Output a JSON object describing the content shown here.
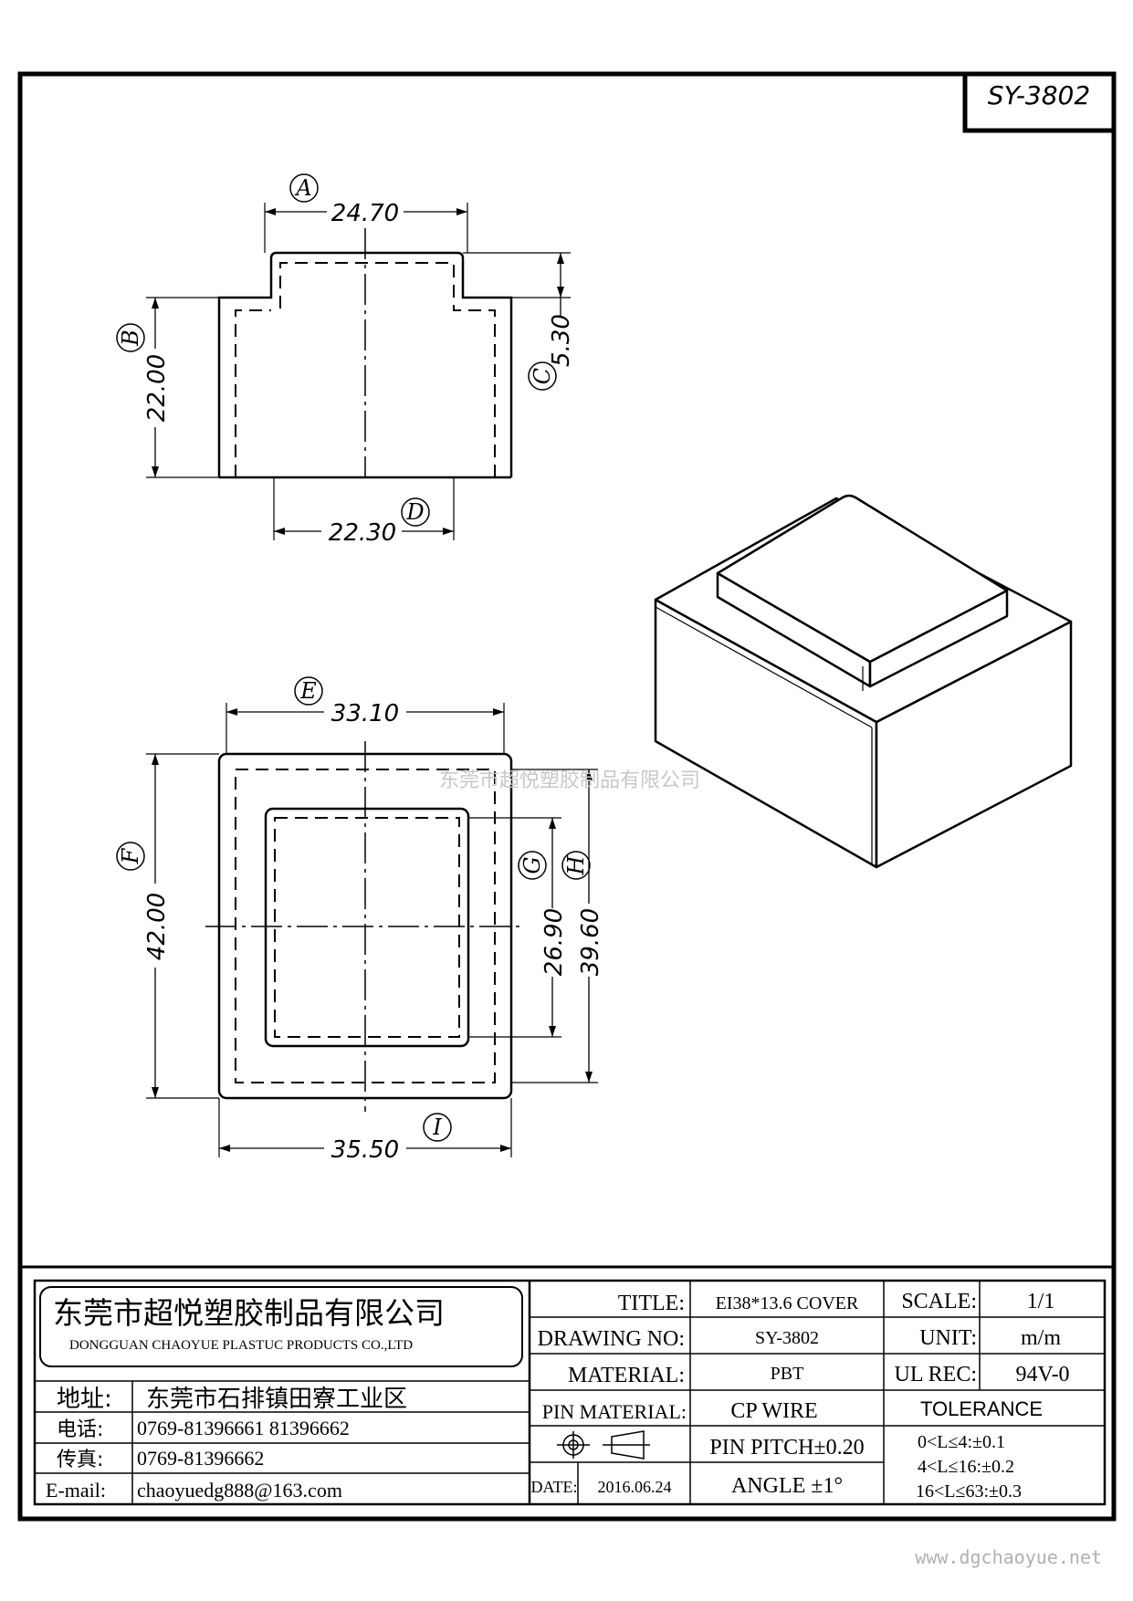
{
  "drawing_no_box": "SY-3802",
  "dimensions": {
    "a": {
      "letter": "A",
      "value": "24.70"
    },
    "b": {
      "letter": "B",
      "value": "22.00"
    },
    "c": {
      "letter": "C",
      "value": "5.30"
    },
    "d": {
      "letter": "D",
      "value": "22.30"
    },
    "e": {
      "letter": "E",
      "value": "33.10"
    },
    "f": {
      "letter": "F",
      "value": "42.00"
    },
    "g": {
      "letter": "G",
      "value": "26.90"
    },
    "h": {
      "letter": "H",
      "value": "39.60"
    },
    "i": {
      "letter": "I",
      "value": "35.50"
    }
  },
  "watermark": "东莞市超悦塑胶制品有限公司",
  "title_block": {
    "company_cn": "东莞市超悦塑胶制品有限公司",
    "company_en": "DONGGUAN CHAOYUE PLASTUC PRODUCTS CO.,LTD",
    "address_label": "地址:",
    "address_value": "东莞市石排镇田寮工业区",
    "phone_label": "电话:",
    "phone_value": "0769-81396661   81396662",
    "fax_label": "传真:",
    "fax_value": "0769-81396662",
    "email_label": "E-mail:",
    "email_value": "chaoyuedg888@163.com",
    "title_label": "TITLE:",
    "title_value": "EI38*13.6 COVER",
    "drawing_no_label": "DRAWING NO:",
    "drawing_no_value": "SY-3802",
    "material_label": "MATERIAL:",
    "material_value": "PBT",
    "pin_material_label": "PIN MATERIAL:",
    "pin_material_value": "CP  WIRE",
    "pin_pitch": "PIN PITCH±0.20",
    "date_label": "DATE:",
    "date_value": "2016.06.24",
    "angle": "ANGLE  ±1°",
    "scale_label": "SCALE:",
    "scale_value": "1/1",
    "unit_label": "UNIT:",
    "unit_value": "m/m",
    "ul_label": "UL REC:",
    "ul_value": "94V-0",
    "tolerance_label": "TOLERANCE",
    "tolerance_lines": [
      "0<L≤4:±0.1",
      "4<L≤16:±0.2",
      "16<L≤63:±0.3"
    ]
  },
  "website": "www.dgchaoyue.net"
}
